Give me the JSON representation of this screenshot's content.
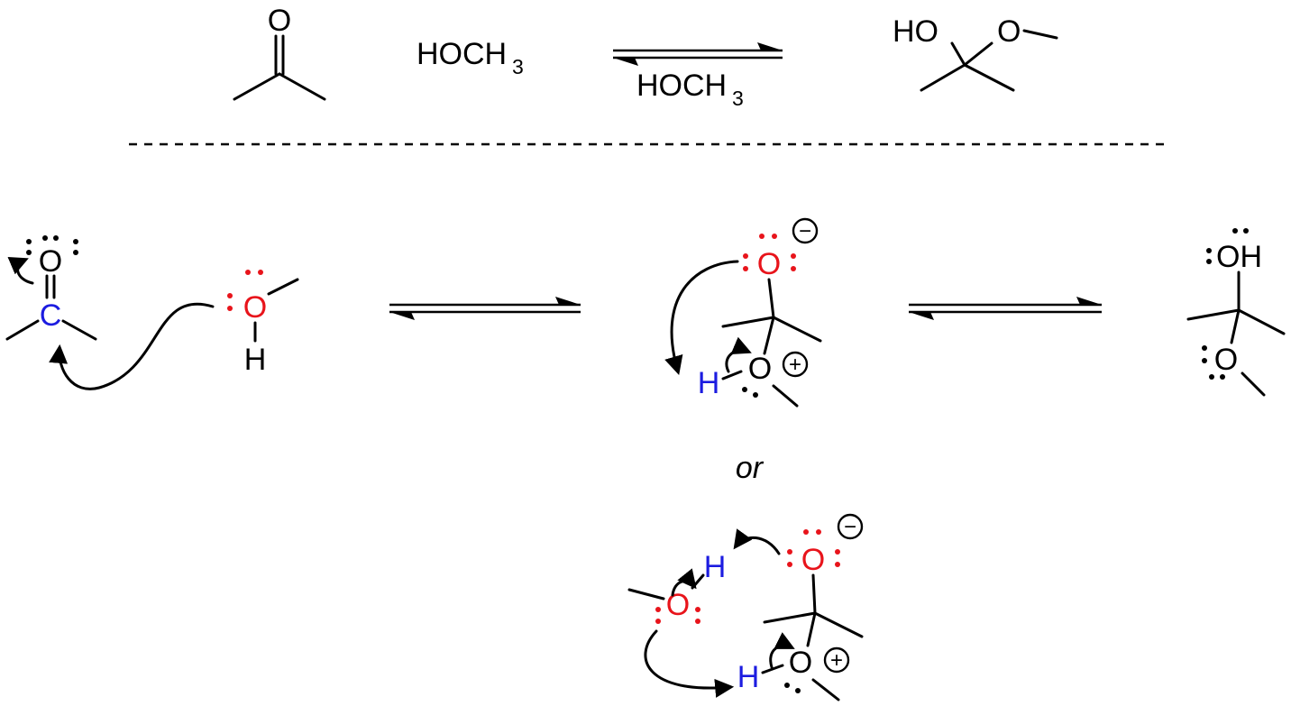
{
  "colors": {
    "oxygen": "#e8141b",
    "highlight": "#1c1ce0",
    "ink": "#000000"
  },
  "overall": {
    "ketone_O": "O",
    "reagent": {
      "main": "HOCH",
      "sub": "3"
    },
    "arrow_label": {
      "main": "HOCH",
      "sub": "3"
    },
    "product_HO": "HO",
    "product_O": "O"
  },
  "mechanism": {
    "step1_O": "O",
    "step1_C": "C",
    "methanol_O": "O",
    "methanol_H": "H",
    "int_O_top": "O",
    "int_O_plus": "O",
    "int_H": "H",
    "product_OH": "OH",
    "product_O": "O",
    "or_label": "or",
    "alt_O_methanol": "O",
    "alt_H_top": "H",
    "alt_O_top": "O",
    "alt_H_bottom": "H",
    "alt_O_plus": "O"
  },
  "charges": {
    "minus": "−",
    "plus": "+"
  }
}
